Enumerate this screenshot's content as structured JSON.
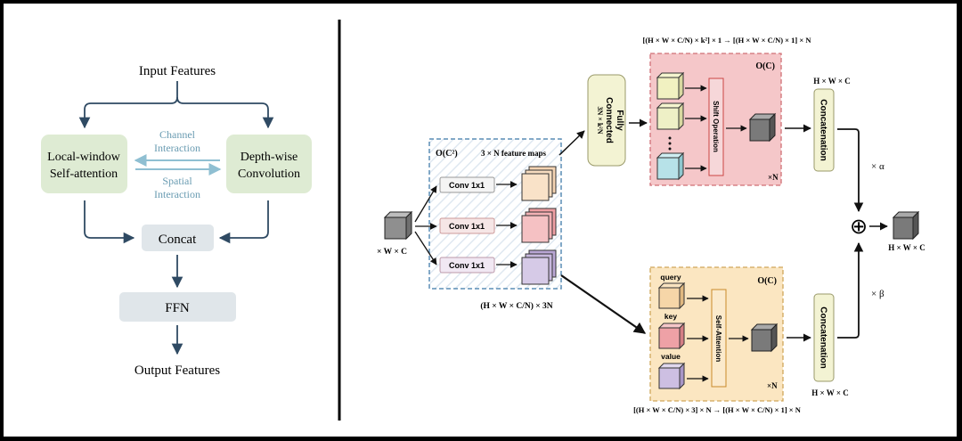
{
  "left_diagram": {
    "input_label": "Input Features",
    "local_window_line1": "Local-window",
    "local_window_line2": "Self-attention",
    "depthwise_line1": "Depth-wise",
    "depthwise_line2": "Convolution",
    "channel_line1": "Channel",
    "channel_line2": "Interaction",
    "spatial_line1": "Spatial",
    "spatial_line2": "Interaction",
    "concat_label": "Concat",
    "ffn_label": "FFN",
    "output_label": "Output Features"
  },
  "right_diagram": {
    "input_dim": "× W × C",
    "complexity_c2": "O(C²)",
    "feature_maps": "3 × N  feature maps",
    "conv_labels": [
      "Conv 1x1",
      "Conv 1x1",
      "Conv 1x1"
    ],
    "conv_output_dim": "(H × W × C/N) × 3N",
    "fc_label1": "Fully",
    "fc_label2": "Connected",
    "fc_dim": "3N × k²N",
    "top_formula": "[(H × W × C/N) × k²] × 1  →  [(H × W × C/N) × 1] × N",
    "top_complexity": "O(C)",
    "shift_label": "Shift Operation",
    "top_times_n": "×N",
    "top_out_dim": "H × W × C",
    "concat_label_top": "Concatenation",
    "alpha": "× α",
    "plus": "⊕",
    "final_dim": "H × W × C",
    "beta": "× β",
    "bottom_complexity": "O(C)",
    "query": "query",
    "key": "key",
    "value": "value",
    "self_attention_label": "Self-Attention",
    "bottom_times_n": "×N",
    "bottom_out_dim": "H × W × C",
    "concat_label_bottom": "Concatenation",
    "bottom_formula": "[(H × W × C/N) × 3] × N  →  [(H × W × C/N) × 1] × N"
  },
  "colors": {
    "green_box": "#deebd3",
    "gray_box": "#e0e6ea",
    "arrow_blue": "#2f4a63",
    "interaction_text": "#6a9cb2",
    "pink_region": "#f5c7c9",
    "yellow_region": "#fbe6c1",
    "fc_fill": "#f3f3d3",
    "blue_dashed": "#5b8db6"
  }
}
